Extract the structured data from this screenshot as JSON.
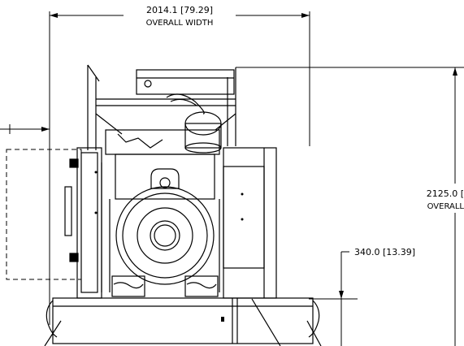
{
  "dimensions": {
    "overall_width": {
      "value": "2014.1 [79.29]",
      "label": "OVERALL WIDTH"
    },
    "overall_height": {
      "value": "2125.0 [",
      "label": "OVERALL"
    },
    "base_height": {
      "value": "340.0 [13.39]"
    }
  }
}
